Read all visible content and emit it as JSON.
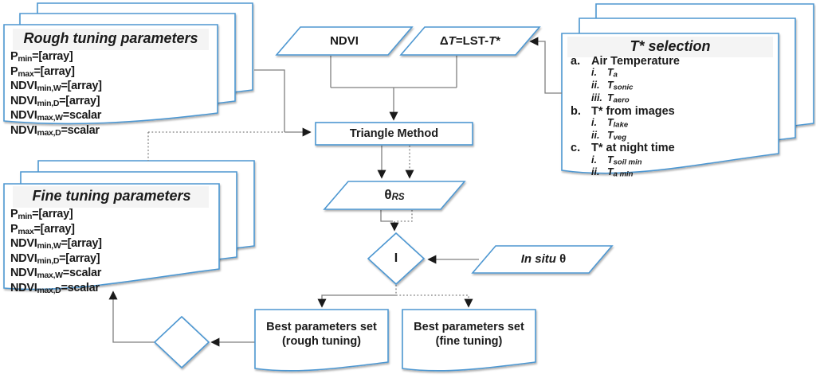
{
  "colors": {
    "shape_border": "#4e97d1",
    "connector_gray": "#7f7f7f",
    "arrowhead": "#1a1a1a",
    "title_band": "#f4f4f4",
    "text": "#1a1a1a"
  },
  "documents": {
    "rough": {
      "title": "Rough tuning parameters",
      "params": [
        {
          "base": "P",
          "sub": "min",
          "rest": "=[array]"
        },
        {
          "base": "P",
          "sub": "max",
          "rest": "=[array]"
        },
        {
          "base": "NDVI",
          "sub": "min,W",
          "rest": "=[array]"
        },
        {
          "base": "NDVI",
          "sub": "min,D",
          "rest": "=[array]"
        },
        {
          "base": "NDVI",
          "sub": "max,W",
          "rest": "=scalar"
        },
        {
          "base": "NDVI",
          "sub": "max,D",
          "rest": "=scalar"
        }
      ]
    },
    "fine": {
      "title": "Fine tuning parameters",
      "params": [
        {
          "base": "P",
          "sub": "min",
          "rest": "=[array]"
        },
        {
          "base": "P",
          "sub": "max",
          "rest": "=[array]"
        },
        {
          "base": "NDVI",
          "sub": "min,W",
          "rest": "=[array]"
        },
        {
          "base": "NDVI",
          "sub": "min,D",
          "rest": "=[array]"
        },
        {
          "base": "NDVI",
          "sub": "max,W",
          "rest": "=scalar"
        },
        {
          "base": "NDVI",
          "sub": "max,D",
          "rest": "=scalar"
        }
      ]
    },
    "tstar": {
      "title": "T* selection",
      "items": [
        {
          "label": "a.",
          "text": "Air Temperature"
        },
        {
          "label": "i.",
          "base": "T",
          "sub": "a"
        },
        {
          "label": "ii.",
          "base": "T",
          "sub": "sonic"
        },
        {
          "label": "iii.",
          "base": "T",
          "sub": "aero"
        },
        {
          "label": "b.",
          "text": "T* from images"
        },
        {
          "label": "i.",
          "base": "T",
          "sub": "lake"
        },
        {
          "label": "ii.",
          "base": "T",
          "sub": "veg"
        },
        {
          "label": "c.",
          "text": "T* at night time"
        },
        {
          "label": "i.",
          "base": "T",
          "sub": "soil min"
        },
        {
          "label": "ii.",
          "base": "T",
          "sub": "a min"
        }
      ]
    },
    "best_rough": {
      "line1": "Best parameters set",
      "line2": "(rough tuning)"
    },
    "best_fine": {
      "line1": "Best parameters set",
      "line2": "(fine tuning)"
    }
  },
  "nodes": {
    "ndvi": {
      "label": "NDVI"
    },
    "delta_t": {
      "delta": "Δ",
      "t1": "T",
      "mid": "=LST-",
      "t2": "T",
      "star": "*"
    },
    "triangle": {
      "label": "Triangle Method"
    },
    "theta_rs": {
      "theta": "θ",
      "sub": "RS"
    },
    "decision": {
      "label": "I"
    },
    "in_situ": {
      "prefix": "In situ",
      "theta": "θ"
    }
  }
}
